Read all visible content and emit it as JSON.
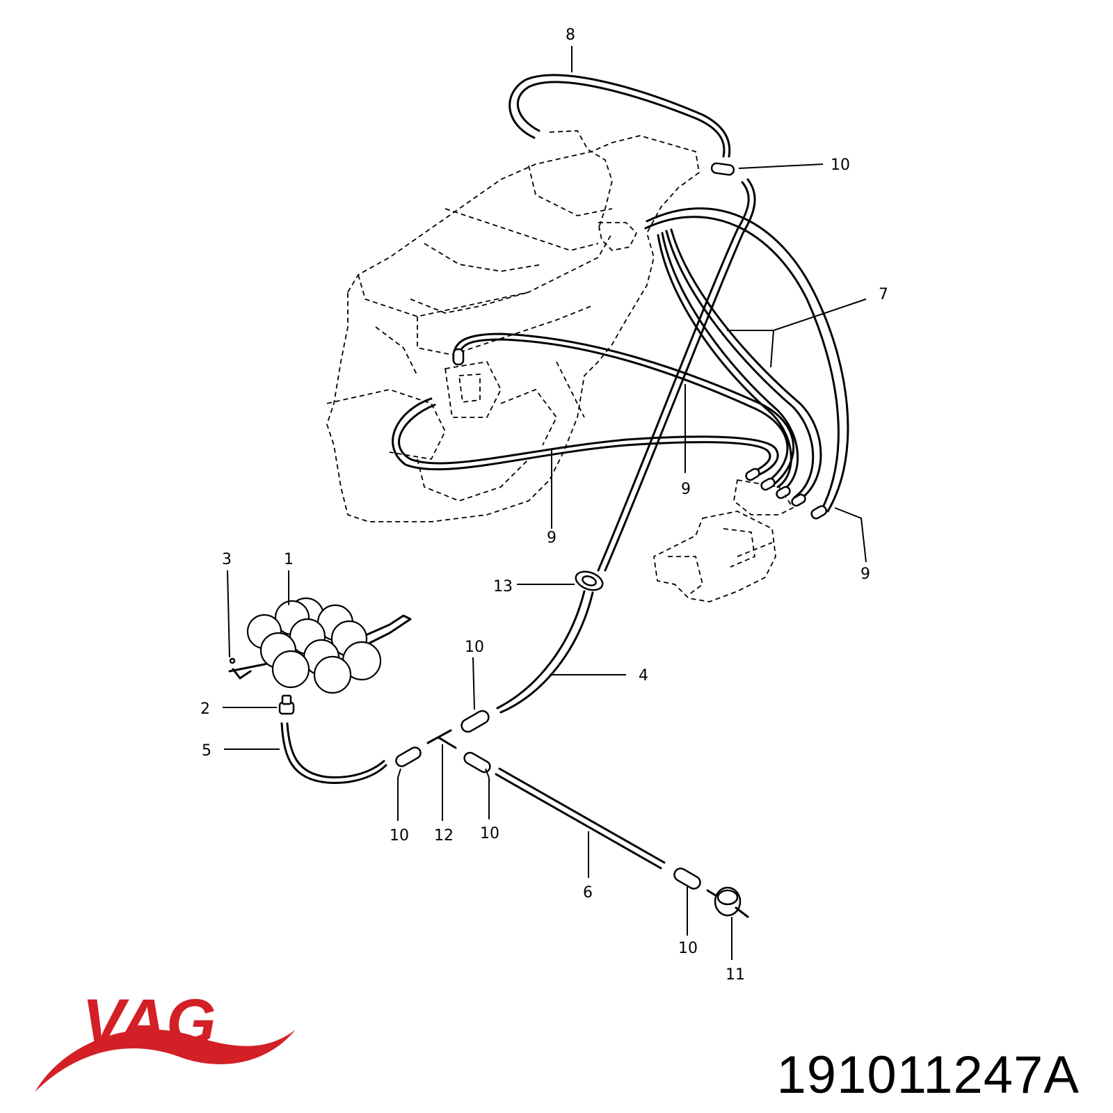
{
  "callouts": {
    "c8": "8",
    "c10_top": "10",
    "c7": "7",
    "c9_a": "9",
    "c9_b": "9",
    "c9_c": "9",
    "c3": "3",
    "c1": "1",
    "c13": "13",
    "c10_mid": "10",
    "c4": "4",
    "c2": "2",
    "c5": "5",
    "c10_b1": "10",
    "c12": "12",
    "c10_b2": "10",
    "c6": "6",
    "c10_b3": "10",
    "c11": "11"
  },
  "logo": {
    "text": "VAG",
    "color": "#d31f26"
  },
  "part_number": "191011247A"
}
